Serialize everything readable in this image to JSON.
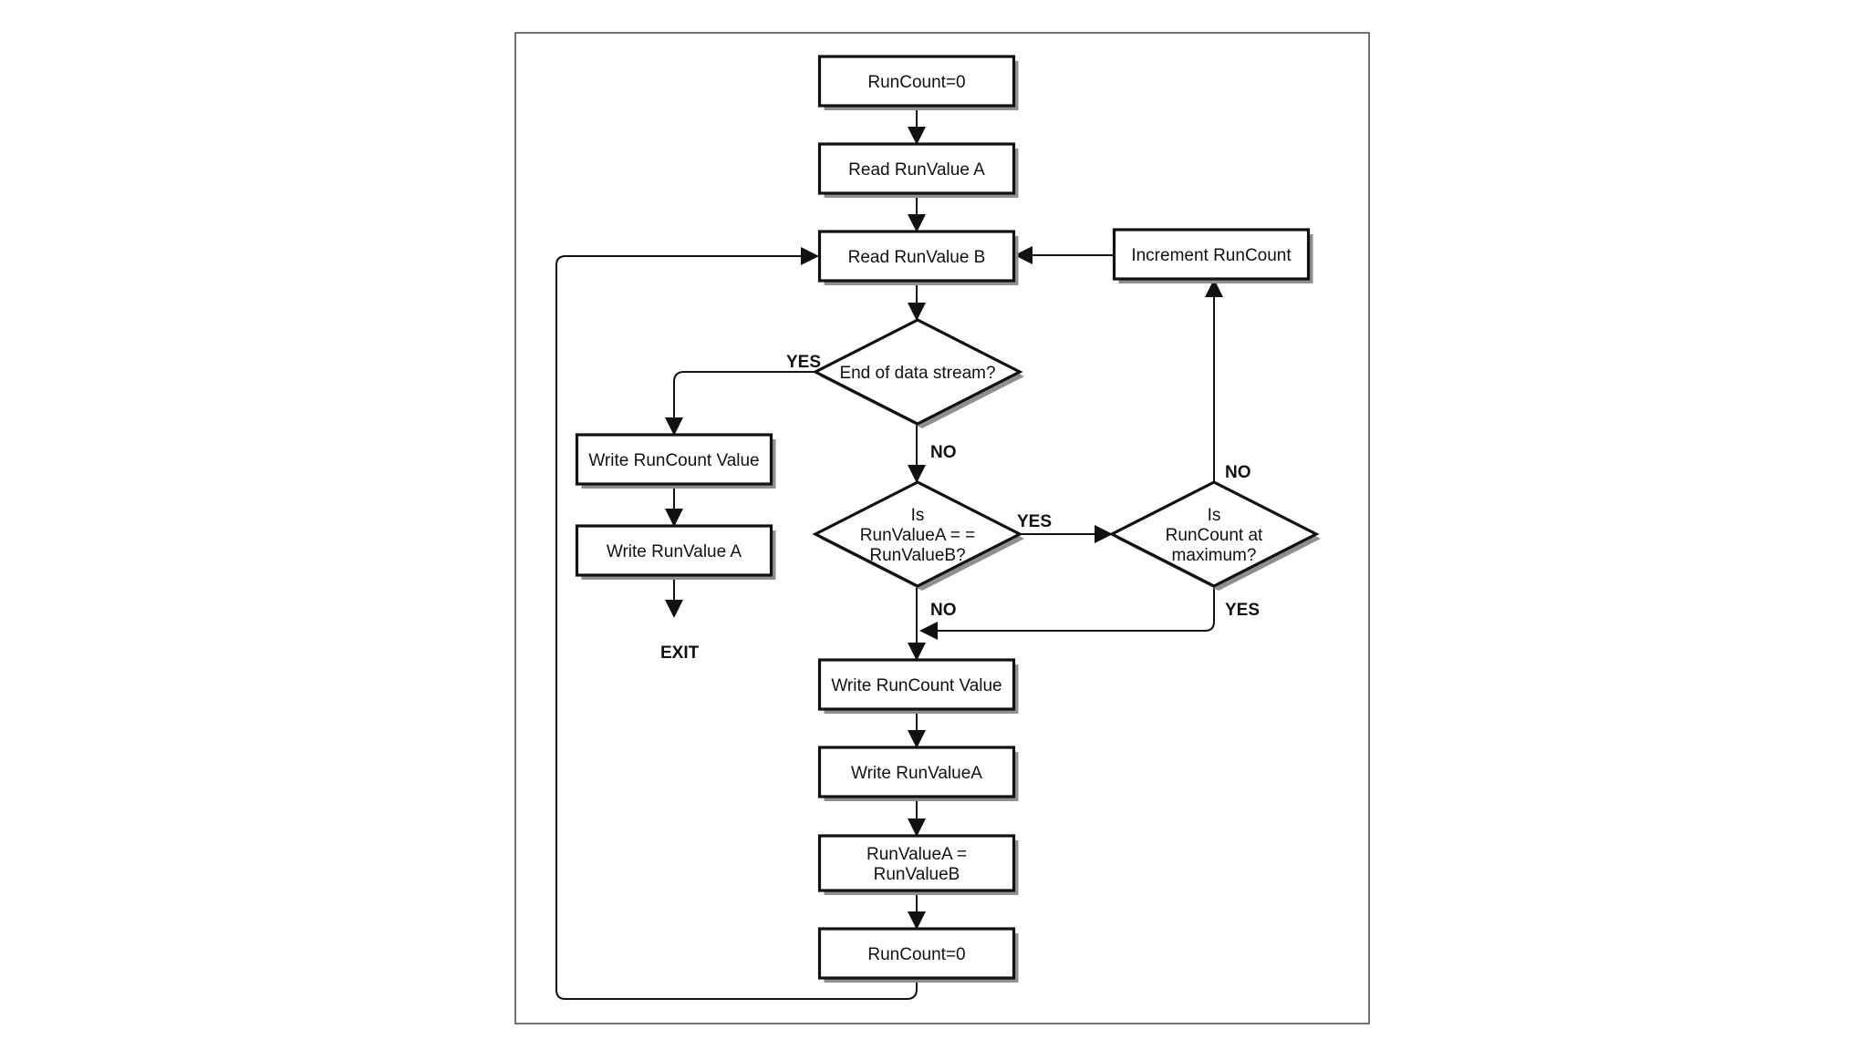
{
  "nodes": {
    "runcount_zero_start": {
      "lines": [
        "RunCount=0"
      ]
    },
    "read_a": {
      "lines": [
        "Read RunValue A"
      ]
    },
    "read_b": {
      "lines": [
        "Read RunValue B"
      ]
    },
    "increment": {
      "lines": [
        "Increment RunCount"
      ]
    },
    "end_stream": {
      "lines": [
        "End of data stream?"
      ]
    },
    "exit_write_count": {
      "lines": [
        "Write RunCount Value"
      ]
    },
    "exit_write_a": {
      "lines": [
        "Write RunValue A"
      ]
    },
    "compare": {
      "lines": [
        "Is",
        "RunValueA = =",
        "RunValueB?"
      ]
    },
    "at_max": {
      "lines": [
        "Is",
        "RunCount at",
        "maximum?"
      ]
    },
    "write_count": {
      "lines": [
        "Write RunCount Value"
      ]
    },
    "write_a": {
      "lines": [
        "Write RunValueA"
      ]
    },
    "assign": {
      "lines": [
        "RunValueA =",
        "RunValueB"
      ]
    },
    "runcount_zero_end": {
      "lines": [
        "RunCount=0"
      ]
    }
  },
  "labels": {
    "yes_end": "YES",
    "no_end": "NO",
    "yes_compare": "YES",
    "no_compare": "NO",
    "no_max": "NO",
    "yes_max": "YES",
    "exit": "EXIT"
  }
}
